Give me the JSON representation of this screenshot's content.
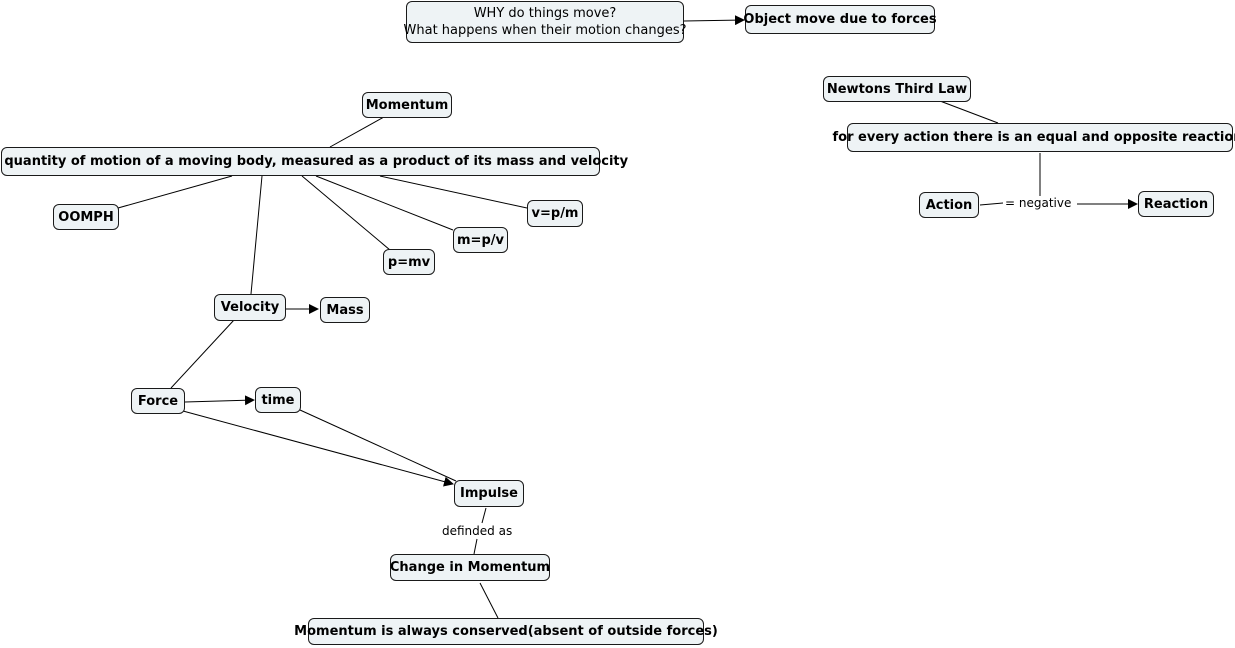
{
  "nodes": {
    "why_line1": "WHY do things move?",
    "why_line2": "What happens when their motion changes?",
    "forces": "Object move due to forces",
    "newtons": "Newtons Third Law",
    "action_reaction": "for every action there is an equal and opposite reaction.",
    "action": "Action",
    "reaction": "Reaction",
    "momentum": "Momentum",
    "definition": "The quantity of motion of a moving body, measured as a product of its mass and velocity",
    "oomph": "OOMPH",
    "v_eq": "v=p/m",
    "m_eq": "m=p/v",
    "p_eq": "p=mv",
    "velocity": "Velocity",
    "mass": "Mass",
    "force": "Force",
    "time": "time",
    "impulse": "Impulse",
    "change": "Change in Momentum",
    "conserved": "Momentum is always conserved(absent of outside forces)"
  },
  "link_labels": {
    "negative": "= negative",
    "defined_as": "definded as"
  },
  "colors": {
    "node_fill": "#eef3f5",
    "node_border": "#1a1a1a",
    "line": "#000000"
  }
}
